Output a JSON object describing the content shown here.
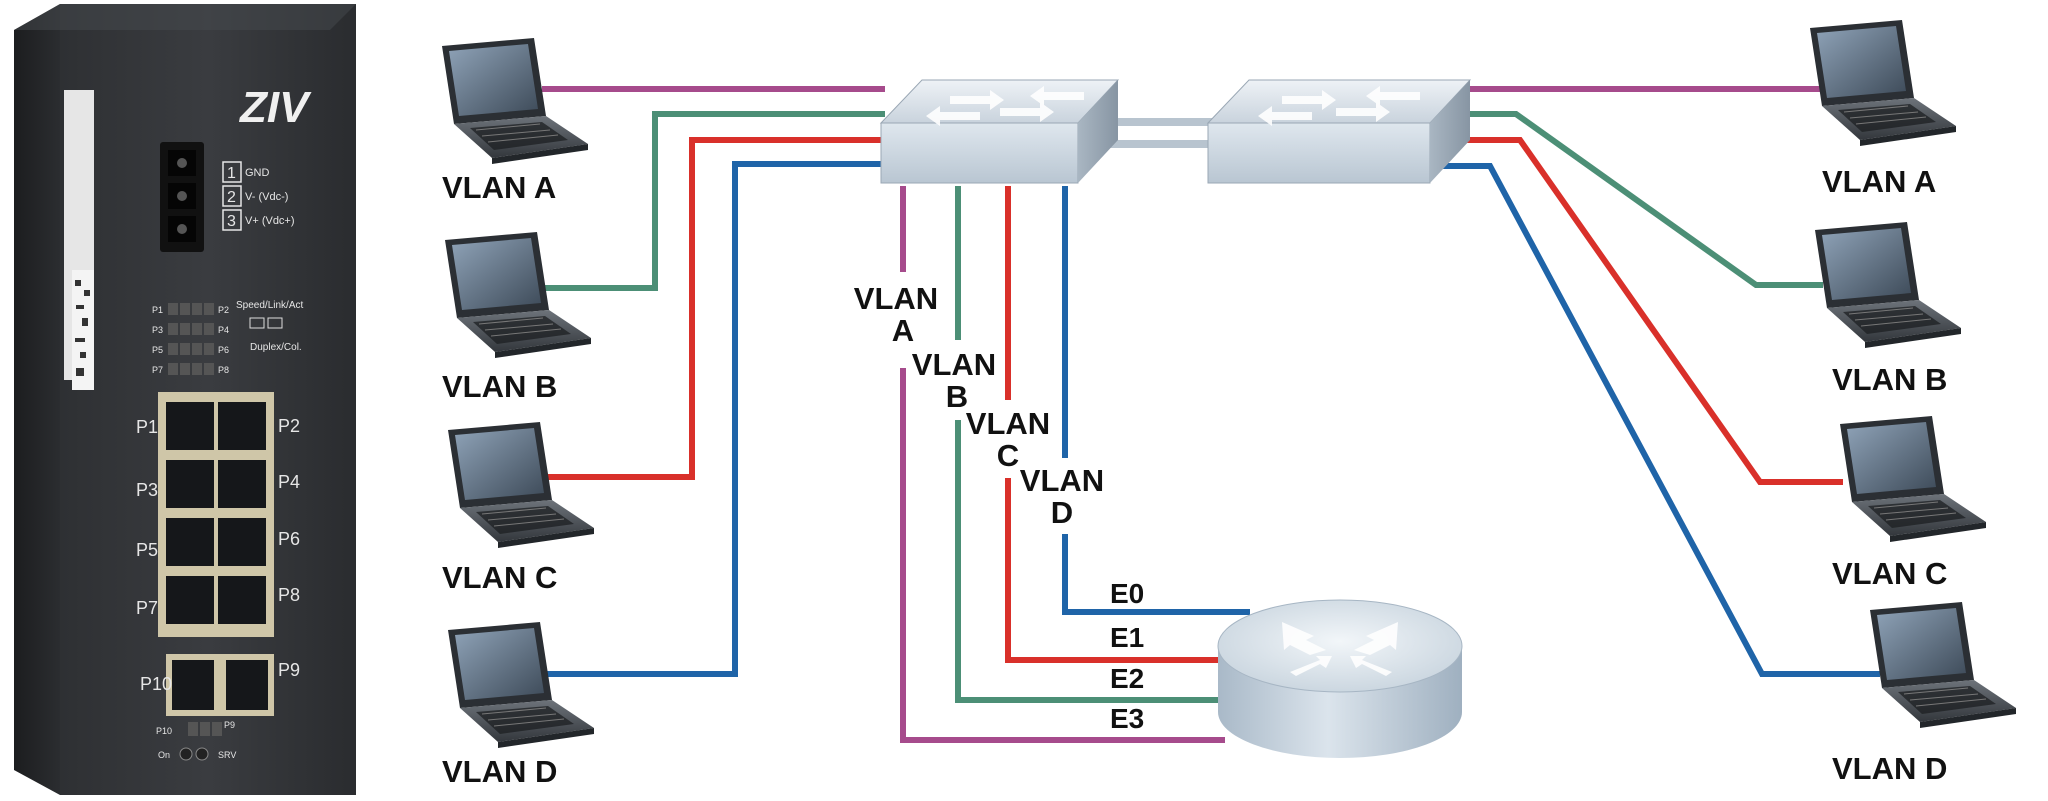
{
  "device": {
    "brand_mark": "ZIV",
    "power_terminals": [
      {
        "num": "1",
        "label": "GND"
      },
      {
        "num": "2",
        "label": "V- (Vdc-)"
      },
      {
        "num": "3",
        "label": "V+ (Vdc+)"
      }
    ],
    "led_legend_top": "Speed/Link/Act",
    "led_legend_bottom": "Duplex/Col.",
    "led_rows": [
      {
        "left": "P1",
        "right": "P2"
      },
      {
        "left": "P3",
        "right": "P4"
      },
      {
        "left": "P5",
        "right": "P6"
      },
      {
        "left": "P7",
        "right": "P8"
      }
    ],
    "port_labels_left": [
      "P1",
      "P3",
      "P5",
      "P7"
    ],
    "port_labels_right": [
      "P2",
      "P4",
      "P6",
      "P8"
    ],
    "sfp_label_left": "P10",
    "sfp_label_right": "P9",
    "bottom_led_labels": {
      "p10": "P10",
      "p9": "P9",
      "on": "On",
      "srv": "SRV"
    }
  },
  "vlans": {
    "A": {
      "color": "#a64b8c"
    },
    "B": {
      "color": "#4c8f76"
    },
    "C": {
      "color": "#d9302a"
    },
    "D": {
      "color": "#1f64a8"
    }
  },
  "left_labels": [
    "VLAN A",
    "VLAN B",
    "VLAN C",
    "VLAN D"
  ],
  "right_labels": [
    "VLAN A",
    "VLAN B",
    "VLAN C",
    "VLAN D"
  ],
  "trunk_labels": [
    {
      "line1": "VLAN",
      "line2": "A"
    },
    {
      "line1": "VLAN",
      "line2": "B"
    },
    {
      "line1": "VLAN",
      "line2": "C"
    },
    {
      "line1": "VLAN",
      "line2": "D"
    }
  ],
  "router_ports": [
    "E0",
    "E1",
    "E2",
    "E3"
  ]
}
